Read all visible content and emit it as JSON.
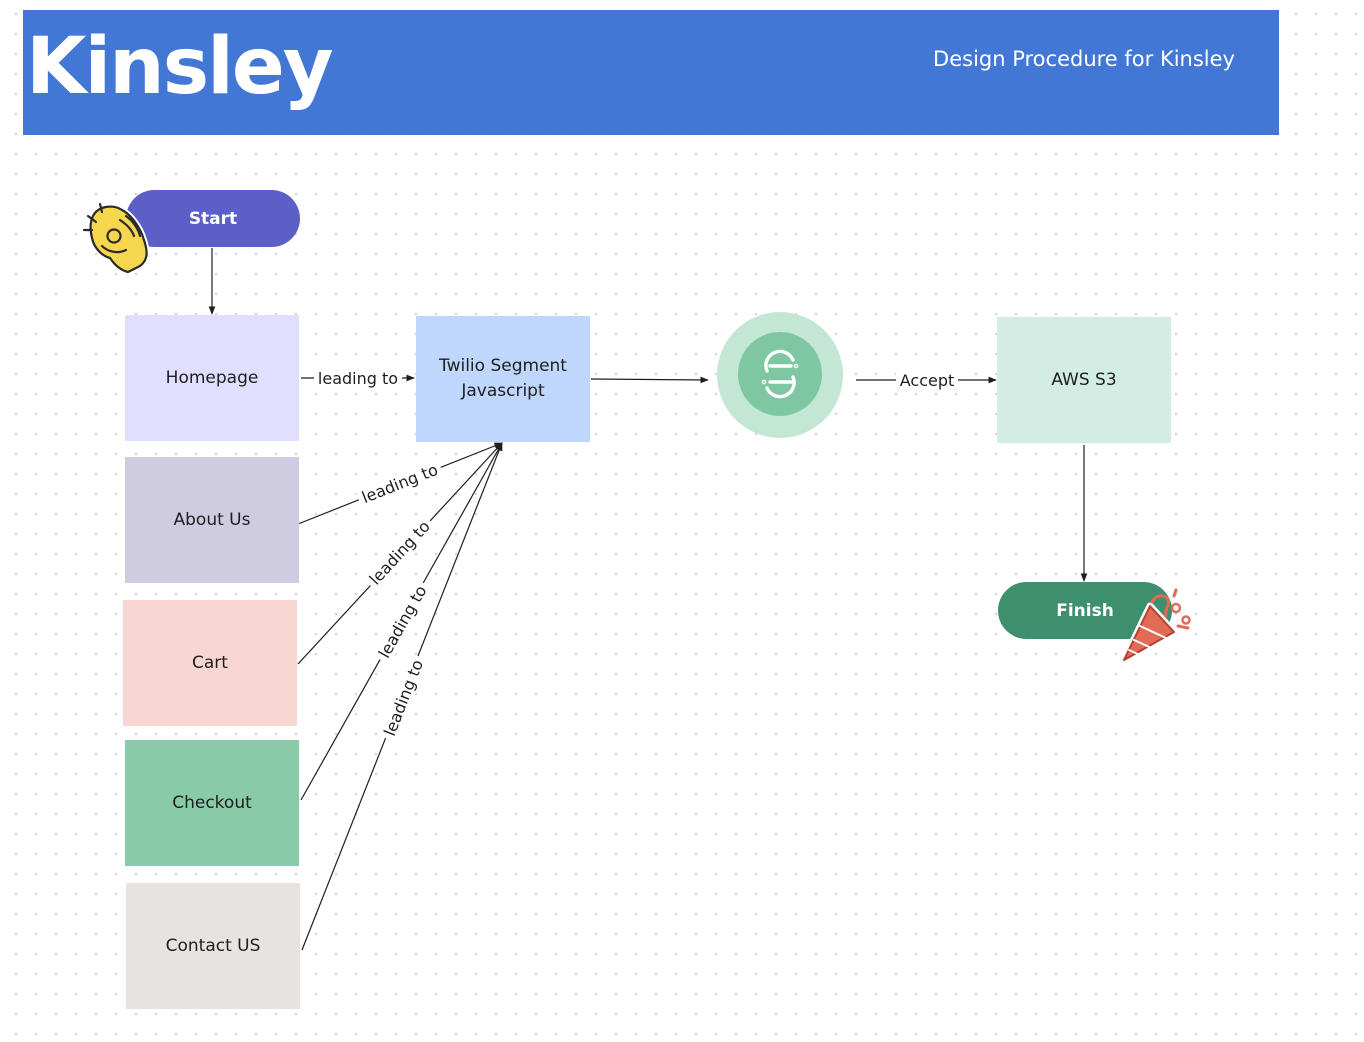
{
  "header": {
    "title": "Kinsley",
    "subtitle": "Design Procedure for Kinsley"
  },
  "nodes": {
    "start": "Start",
    "homepage": "Homepage",
    "about": "About Us",
    "cart": "Cart",
    "checkout": "Checkout",
    "contact": "Contact US",
    "segment_js": "Twilio Segment\nJavascript",
    "aws": "AWS S3",
    "finish": "Finish"
  },
  "edges": {
    "homepage_label": "leading to",
    "about_label": "leading to",
    "cart_label": "leading to",
    "checkout_label": "leading to",
    "contact_label": "leading to",
    "accept_label": "Accept"
  },
  "icons": {
    "start_sticker": "ok-hand-icon",
    "segment": "segment-logo-icon",
    "finish_sticker": "party-popper-icon"
  },
  "colors": {
    "header": "#4277d6",
    "start": "#5b5fc7",
    "homepage": "#e1dfff",
    "about": "#cfcbe1",
    "cart": "#f8d7d3",
    "checkout": "#89cba9",
    "contact": "#e6e3e0",
    "segment_js": "#bfd6fd",
    "segment_outer": "#c4e7d5",
    "segment_inner": "#7fc7a2",
    "aws": "#d3ede4",
    "finish": "#3e8f6d"
  }
}
